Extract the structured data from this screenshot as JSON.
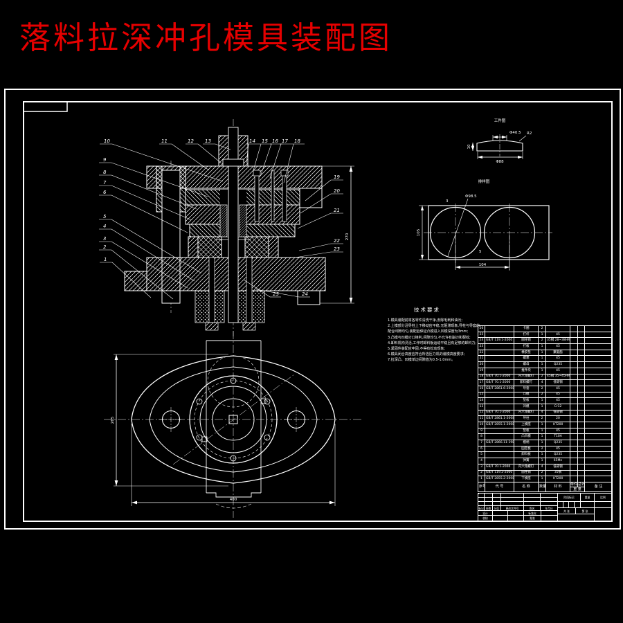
{
  "page": {
    "title": "落料拉深冲孔模具装配图"
  },
  "colors": {
    "bg": "#000000",
    "line": "#ffffff",
    "title_red": "#e60000"
  },
  "balloons": {
    "left": [
      "10",
      "9",
      "8",
      "7",
      "6",
      "5",
      "4",
      "3",
      "2",
      "1"
    ],
    "top": [
      "11",
      "12",
      "13",
      "14",
      "15",
      "16",
      "17",
      "18"
    ],
    "right": [
      "19",
      "20",
      "21",
      "22",
      "23"
    ],
    "lower": [
      "25",
      "24"
    ]
  },
  "section_view": {
    "dim_height": "270"
  },
  "plan_view": {
    "dim_width": "400",
    "dim_height": "265"
  },
  "detail_view": {
    "label": "工件图",
    "dim_top": "Φ40.5",
    "dim_corner": "R2",
    "dim_bottom": "Φ88",
    "dim_thickness": "10"
  },
  "strip_view": {
    "label": "排样图",
    "blank_dia": "Φ98.5",
    "pitch": "104",
    "strip_width": "105",
    "gap_top": "3",
    "gap_mid": "5"
  },
  "tech": {
    "title": "技术要求",
    "lines": [
      "1.模具装配前将各零件清洗干净,去除毛刺和油污;",
      "2.上模部分沿导柱上下移动应平稳,无阻滞现象,导柱与导套的",
      "  配合间隙均匀,装配后保证凸模进入凹模深度为3mm;",
      "3.凸模与凹模刃口锋利,间隙均匀,不允许有崩刃和裂纹;",
      "4.卸料机构灵活,工作时卸料板运动平稳且有足够的卸料力;",
      "5.紧固件装配应牢固,不得有松动现象;",
      "6.模具闭合高度应符合所选压力机的装模高度要求;",
      "7.拉深凸、凹模单边间隙值为0.5-1.0mm。"
    ]
  },
  "bom": {
    "headers": {
      "no": "序号",
      "code": "代 号",
      "name": "名 称",
      "qty": "数量",
      "material": "材 料",
      "unit": "单件",
      "total": "总计",
      "weight": "重 量",
      "remark": "备 注"
    },
    "rows": [
      [
        "26",
        "",
        "卡圈",
        "2",
        ""
      ],
      [
        "25",
        "",
        "打杆",
        "1",
        "45"
      ],
      [
        "24",
        "GB/T 119.1-2000",
        "圆柱销",
        "2",
        "35钢 28~38HRC"
      ],
      [
        "23",
        "",
        "打板",
        "1",
        "45"
      ],
      [
        "22",
        "",
        "橡胶垫",
        "1",
        "聚氨酯"
      ],
      [
        "21",
        "",
        "螺塞",
        "1",
        "45"
      ],
      [
        "20",
        "",
        "螺母",
        "1",
        "Q235"
      ],
      [
        "19",
        "",
        "推件块",
        "1",
        "45"
      ],
      [
        "18",
        "GB/T 70.1-2000",
        "内六角螺钉",
        "2",
        "45钢 35~45HRC"
      ],
      [
        "17",
        "GB/T 70.1-2000",
        "卸料螺钉",
        "4",
        "低碳钢"
      ],
      [
        "16",
        "GB/T 2861.6-2008",
        "导套",
        "2",
        "45"
      ],
      [
        "15",
        "",
        "凸模",
        "2",
        "45"
      ],
      [
        "14",
        "",
        "垫板",
        "1",
        "45"
      ],
      [
        "13",
        "",
        "凹模",
        "1",
        "Cr12"
      ],
      [
        "12",
        "GB/T 70.1-2000",
        "内六角螺钉",
        "4",
        "低碳钢"
      ],
      [
        "11",
        "GB/T 2861.1-2008",
        "导柱",
        "2",
        "20"
      ],
      [
        "10",
        "GB/T 2855.1-2008",
        "上模座",
        "1",
        "HT200"
      ],
      [
        "9",
        "",
        "垫板",
        "1",
        "45"
      ],
      [
        "8",
        "",
        "凸凹模",
        "1",
        "T10A"
      ],
      [
        "7",
        "GB/T 2866.11-1988",
        "模柄",
        "1",
        "Q235"
      ],
      [
        "6",
        "",
        "固定板",
        "2",
        "45"
      ],
      [
        "5",
        "",
        "卸料板",
        "1",
        "Q235"
      ],
      [
        "4",
        "",
        "弹簧",
        "1",
        "65Mn"
      ],
      [
        "3",
        "GB/T 70.1-2000",
        "内六角螺钉",
        "4",
        "低碳钢"
      ],
      [
        "2",
        "GB/T 119.2-2000",
        "圆柱销",
        "2",
        "35钢"
      ],
      [
        "1",
        "GB/T 2855.2-2008",
        "下模座",
        "1",
        "HT200"
      ]
    ]
  },
  "titleblock": {
    "mark": "标记",
    "count": "处数",
    "zone": "分区",
    "docno": "更改文件号",
    "sign": "签名",
    "date": "年月日",
    "design": "设计",
    "check": "校核",
    "standard": "标准化",
    "approve": "批准",
    "stage": "阶段标记",
    "weight": "重量",
    "scale": "比例",
    "sheets": "共 张",
    "sheet": "第 张"
  }
}
